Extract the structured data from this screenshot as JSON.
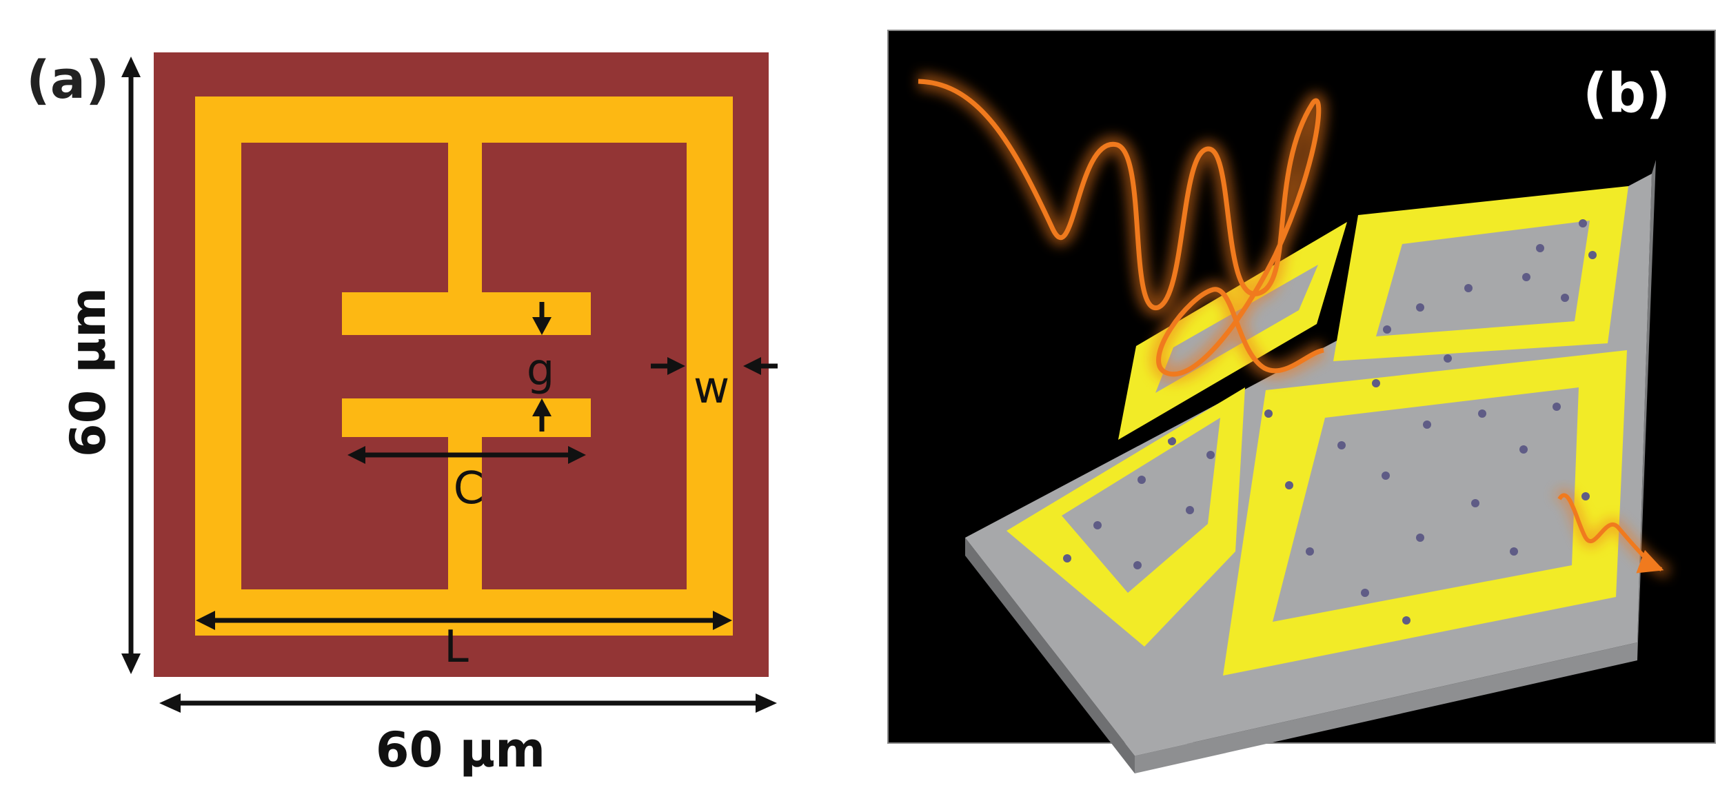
{
  "panel_a": {
    "label": "(a)",
    "height_label": "60 µm",
    "width_label": "60 µm",
    "dim_gap": "g",
    "dim_wire": "w",
    "dim_capacitor": "C",
    "dim_length": "L"
  },
  "panel_b": {
    "label": "(b)"
  },
  "colors": {
    "substrate": "#933535",
    "metal": "#FDB813",
    "background_b": "#000000",
    "wave": "#F07A1E",
    "metasurface_metal": "#F2EB27",
    "metasurface_base": "#A7A8AA",
    "particles": "#5F5C86"
  }
}
